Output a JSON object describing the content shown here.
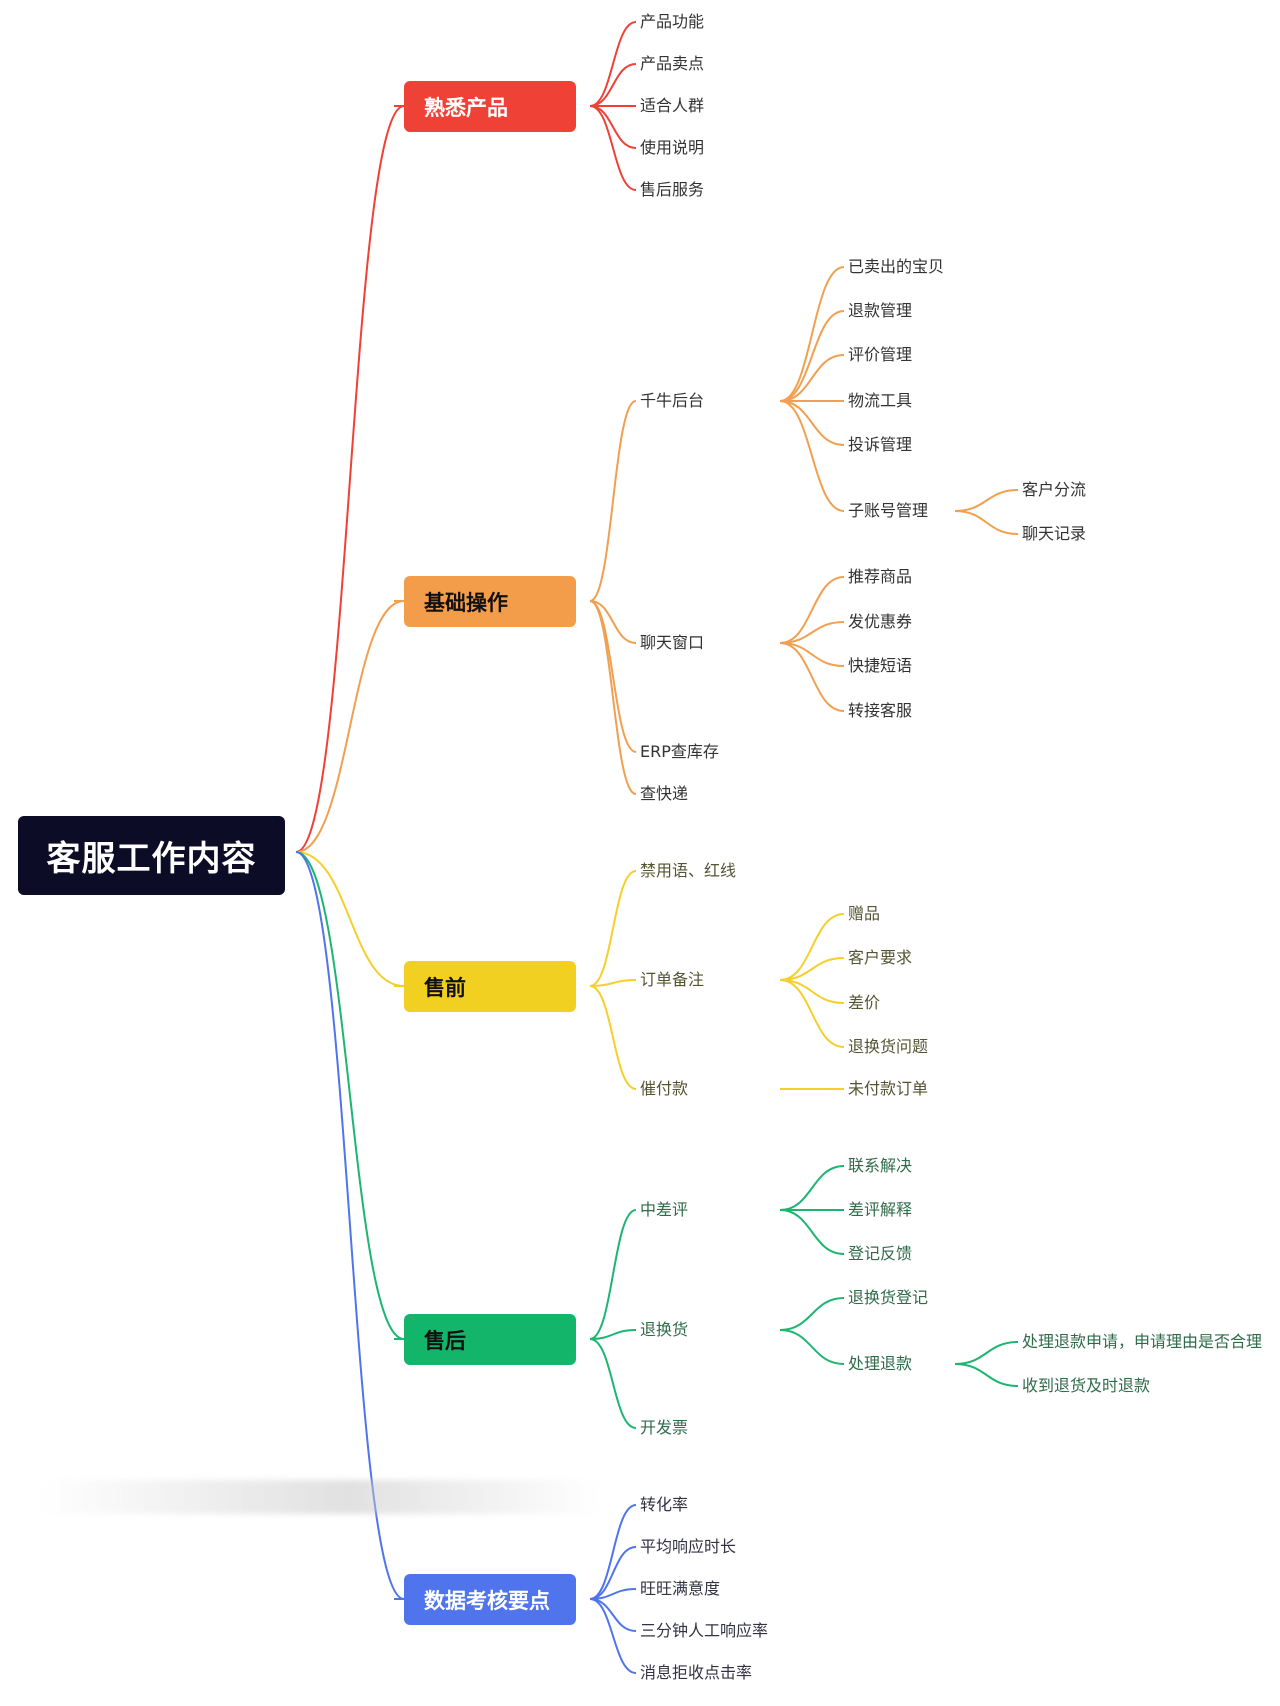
{
  "root": {
    "label": "客服工作内容",
    "color": "#0c0c26"
  },
  "branches": [
    {
      "label": "熟悉产品",
      "color": "#ef4136",
      "text_color": "#ffffff",
      "line_color": "#ef4136",
      "leaf_text_color": "#333333",
      "children": [
        {
          "label": "产品功能"
        },
        {
          "label": "产品卖点"
        },
        {
          "label": "适合人群"
        },
        {
          "label": "使用说明"
        },
        {
          "label": "售后服务"
        }
      ]
    },
    {
      "label": "基础操作",
      "color": "#f39c4a",
      "text_color": "#111111",
      "line_color": "#f0a050",
      "leaf_text_color": "#333333",
      "children": [
        {
          "label": "千牛后台",
          "children": [
            {
              "label": "已卖出的宝贝"
            },
            {
              "label": "退款管理"
            },
            {
              "label": "评价管理"
            },
            {
              "label": "物流工具"
            },
            {
              "label": "投诉管理"
            },
            {
              "label": "子账号管理",
              "children": [
                {
                  "label": "客户分流"
                },
                {
                  "label": "聊天记录"
                }
              ]
            }
          ]
        },
        {
          "label": "聊天窗口",
          "children": [
            {
              "label": "推荐商品"
            },
            {
              "label": "发优惠券"
            },
            {
              "label": "快捷短语"
            },
            {
              "label": "转接客服"
            }
          ]
        },
        {
          "label": "ERP查库存"
        },
        {
          "label": "查快递"
        }
      ]
    },
    {
      "label": "售前",
      "color": "#f2d021",
      "text_color": "#111111",
      "line_color": "#f5cf2a",
      "leaf_text_color": "#555533",
      "children": [
        {
          "label": "禁用语、红线"
        },
        {
          "label": "订单备注",
          "children": [
            {
              "label": "赠品"
            },
            {
              "label": "客户要求"
            },
            {
              "label": "差价"
            },
            {
              "label": "退换货问题"
            }
          ]
        },
        {
          "label": "催付款",
          "children": [
            {
              "label": "未付款订单"
            }
          ]
        }
      ]
    },
    {
      "label": "售后",
      "color": "#13b56b",
      "text_color": "#111111",
      "line_color": "#1db572",
      "leaf_text_color": "#2f6b4a",
      "children": [
        {
          "label": "中差评",
          "children": [
            {
              "label": "联系解决"
            },
            {
              "label": "差评解释"
            },
            {
              "label": "登记反馈"
            }
          ]
        },
        {
          "label": "退换货",
          "children": [
            {
              "label": "退换货登记"
            },
            {
              "label": "处理退款",
              "children": [
                {
                  "label": "处理退款申请，申请理由是否合理"
                },
                {
                  "label": "收到退货及时退款"
                }
              ]
            }
          ]
        },
        {
          "label": "开发票"
        }
      ]
    },
    {
      "label": "数据考核要点",
      "color": "#4f74ec",
      "text_color": "#ffffff",
      "line_color": "#4f74ec",
      "leaf_text_color": "#333344",
      "children": [
        {
          "label": "转化率"
        },
        {
          "label": "平均响应时长"
        },
        {
          "label": "旺旺满意度"
        },
        {
          "label": "三分钟人工响应率"
        },
        {
          "label": "消息拒收点击率"
        }
      ]
    }
  ]
}
